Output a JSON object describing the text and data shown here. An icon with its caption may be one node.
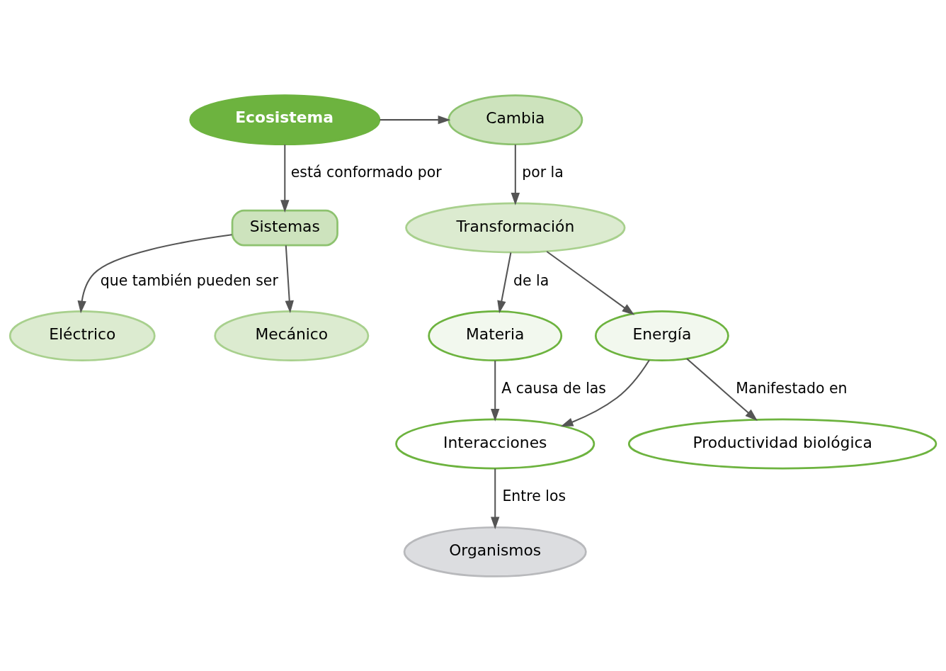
{
  "diagram": {
    "nodes": [
      {
        "text": [
          "Ecosistema"
        ]
      },
      {
        "text": [
          "Cambia"
        ]
      },
      {
        "text": [
          "Sistemas"
        ]
      },
      {
        "text": [
          "Transformación"
        ]
      },
      {
        "text": [
          "Eléctrico"
        ]
      },
      {
        "text": [
          "Mecánico"
        ]
      },
      {
        "text": [
          "Materia"
        ]
      },
      {
        "text": [
          "Energía"
        ]
      },
      {
        "text": [
          "Productividad biológica"
        ]
      },
      {
        "text": [
          "Interacciones"
        ]
      },
      {
        "text": [
          "Organismos"
        ]
      }
    ],
    "edges": [
      {
        "from": 0,
        "to": 1,
        "arrow": "to"
      },
      {
        "from": 0,
        "to": 2,
        "arrow": "to",
        "label": "está conformado por"
      },
      {
        "from": 1,
        "to": 3,
        "arrow": "to",
        "label": "por la"
      },
      {
        "from": 2,
        "to": 4,
        "arrow": "to",
        "label": "que también pueden ser"
      },
      {
        "from": 2,
        "to": 5,
        "arrow": "to"
      },
      {
        "from": 3,
        "to": 6,
        "arrow": "to",
        "label": "de la"
      },
      {
        "from": 3,
        "to": 7,
        "arrow": "to"
      },
      {
        "from": 7,
        "to": 8,
        "arrow": "to",
        "label": "Manifestado en"
      },
      {
        "from": 6,
        "to": 9,
        "arrow": "to",
        "label": "A causa de las"
      },
      {
        "from": 7,
        "to": 9,
        "arrow": "to"
      },
      {
        "from": 9,
        "to": 10,
        "arrow": "to",
        "label": "Entre los"
      }
    ]
  }
}
